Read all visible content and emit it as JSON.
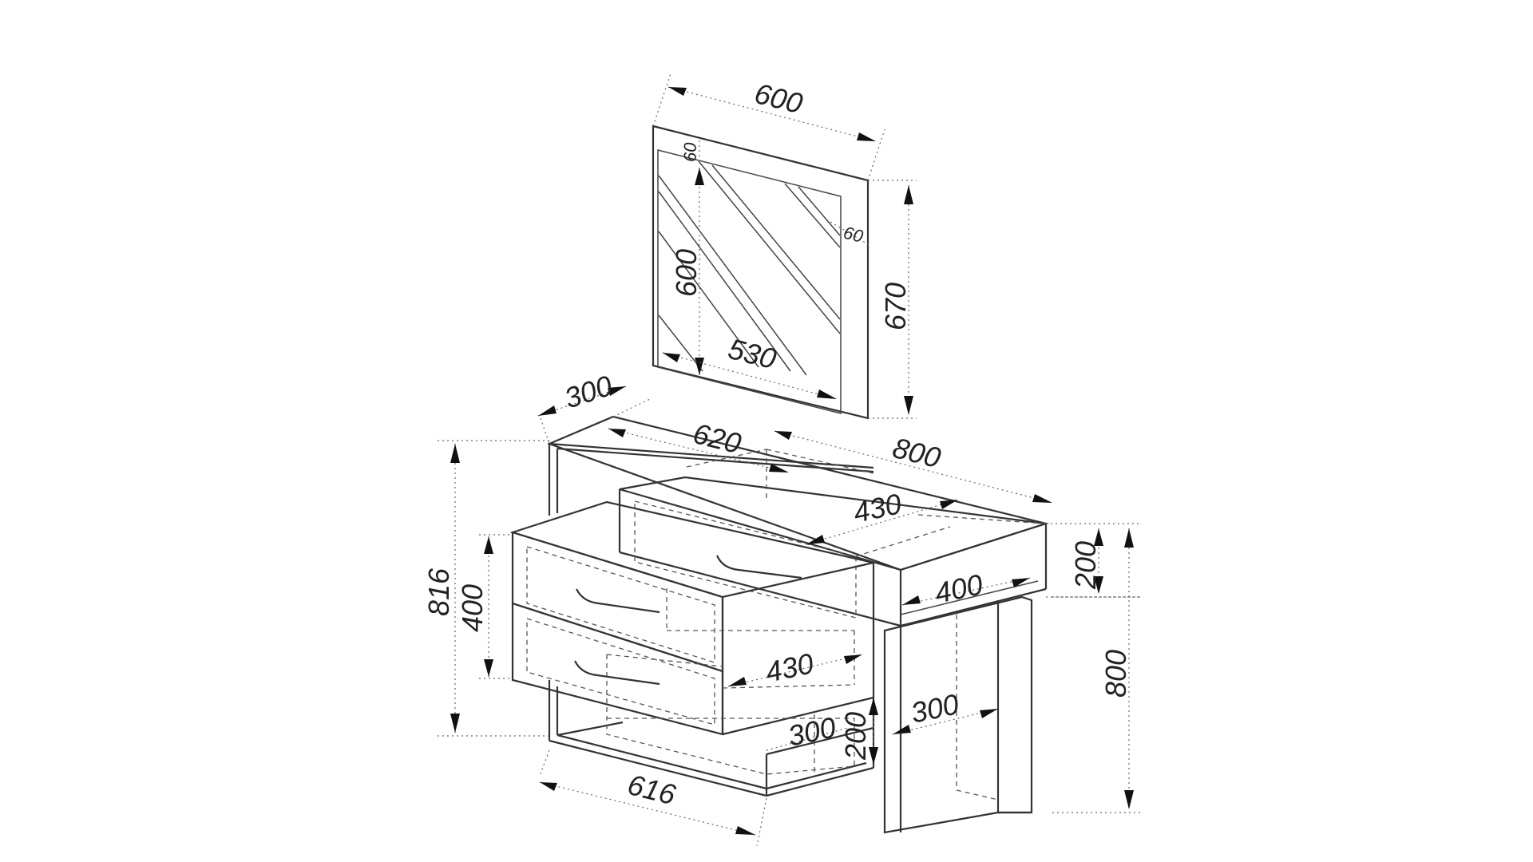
{
  "dimensions": {
    "mirror_width": "600",
    "mirror_height_outer": "670",
    "mirror_height_inner": "600",
    "mirror_inner_width": "530",
    "mirror_frame_top": "60",
    "mirror_frame_side": "60",
    "top_depth": "300",
    "top_shelf_length": "620",
    "top_length": "800",
    "drawer_width_upper": "430",
    "top_drawer_height": "200",
    "top_drawer_depth": "400",
    "overall_height": "816",
    "drawer_stack_height": "400",
    "drawer_width_lower": "430",
    "leg_depth": "300",
    "shelf_depth": "300",
    "shelf_height": "200",
    "base_width": "616",
    "leg_height": "800"
  }
}
